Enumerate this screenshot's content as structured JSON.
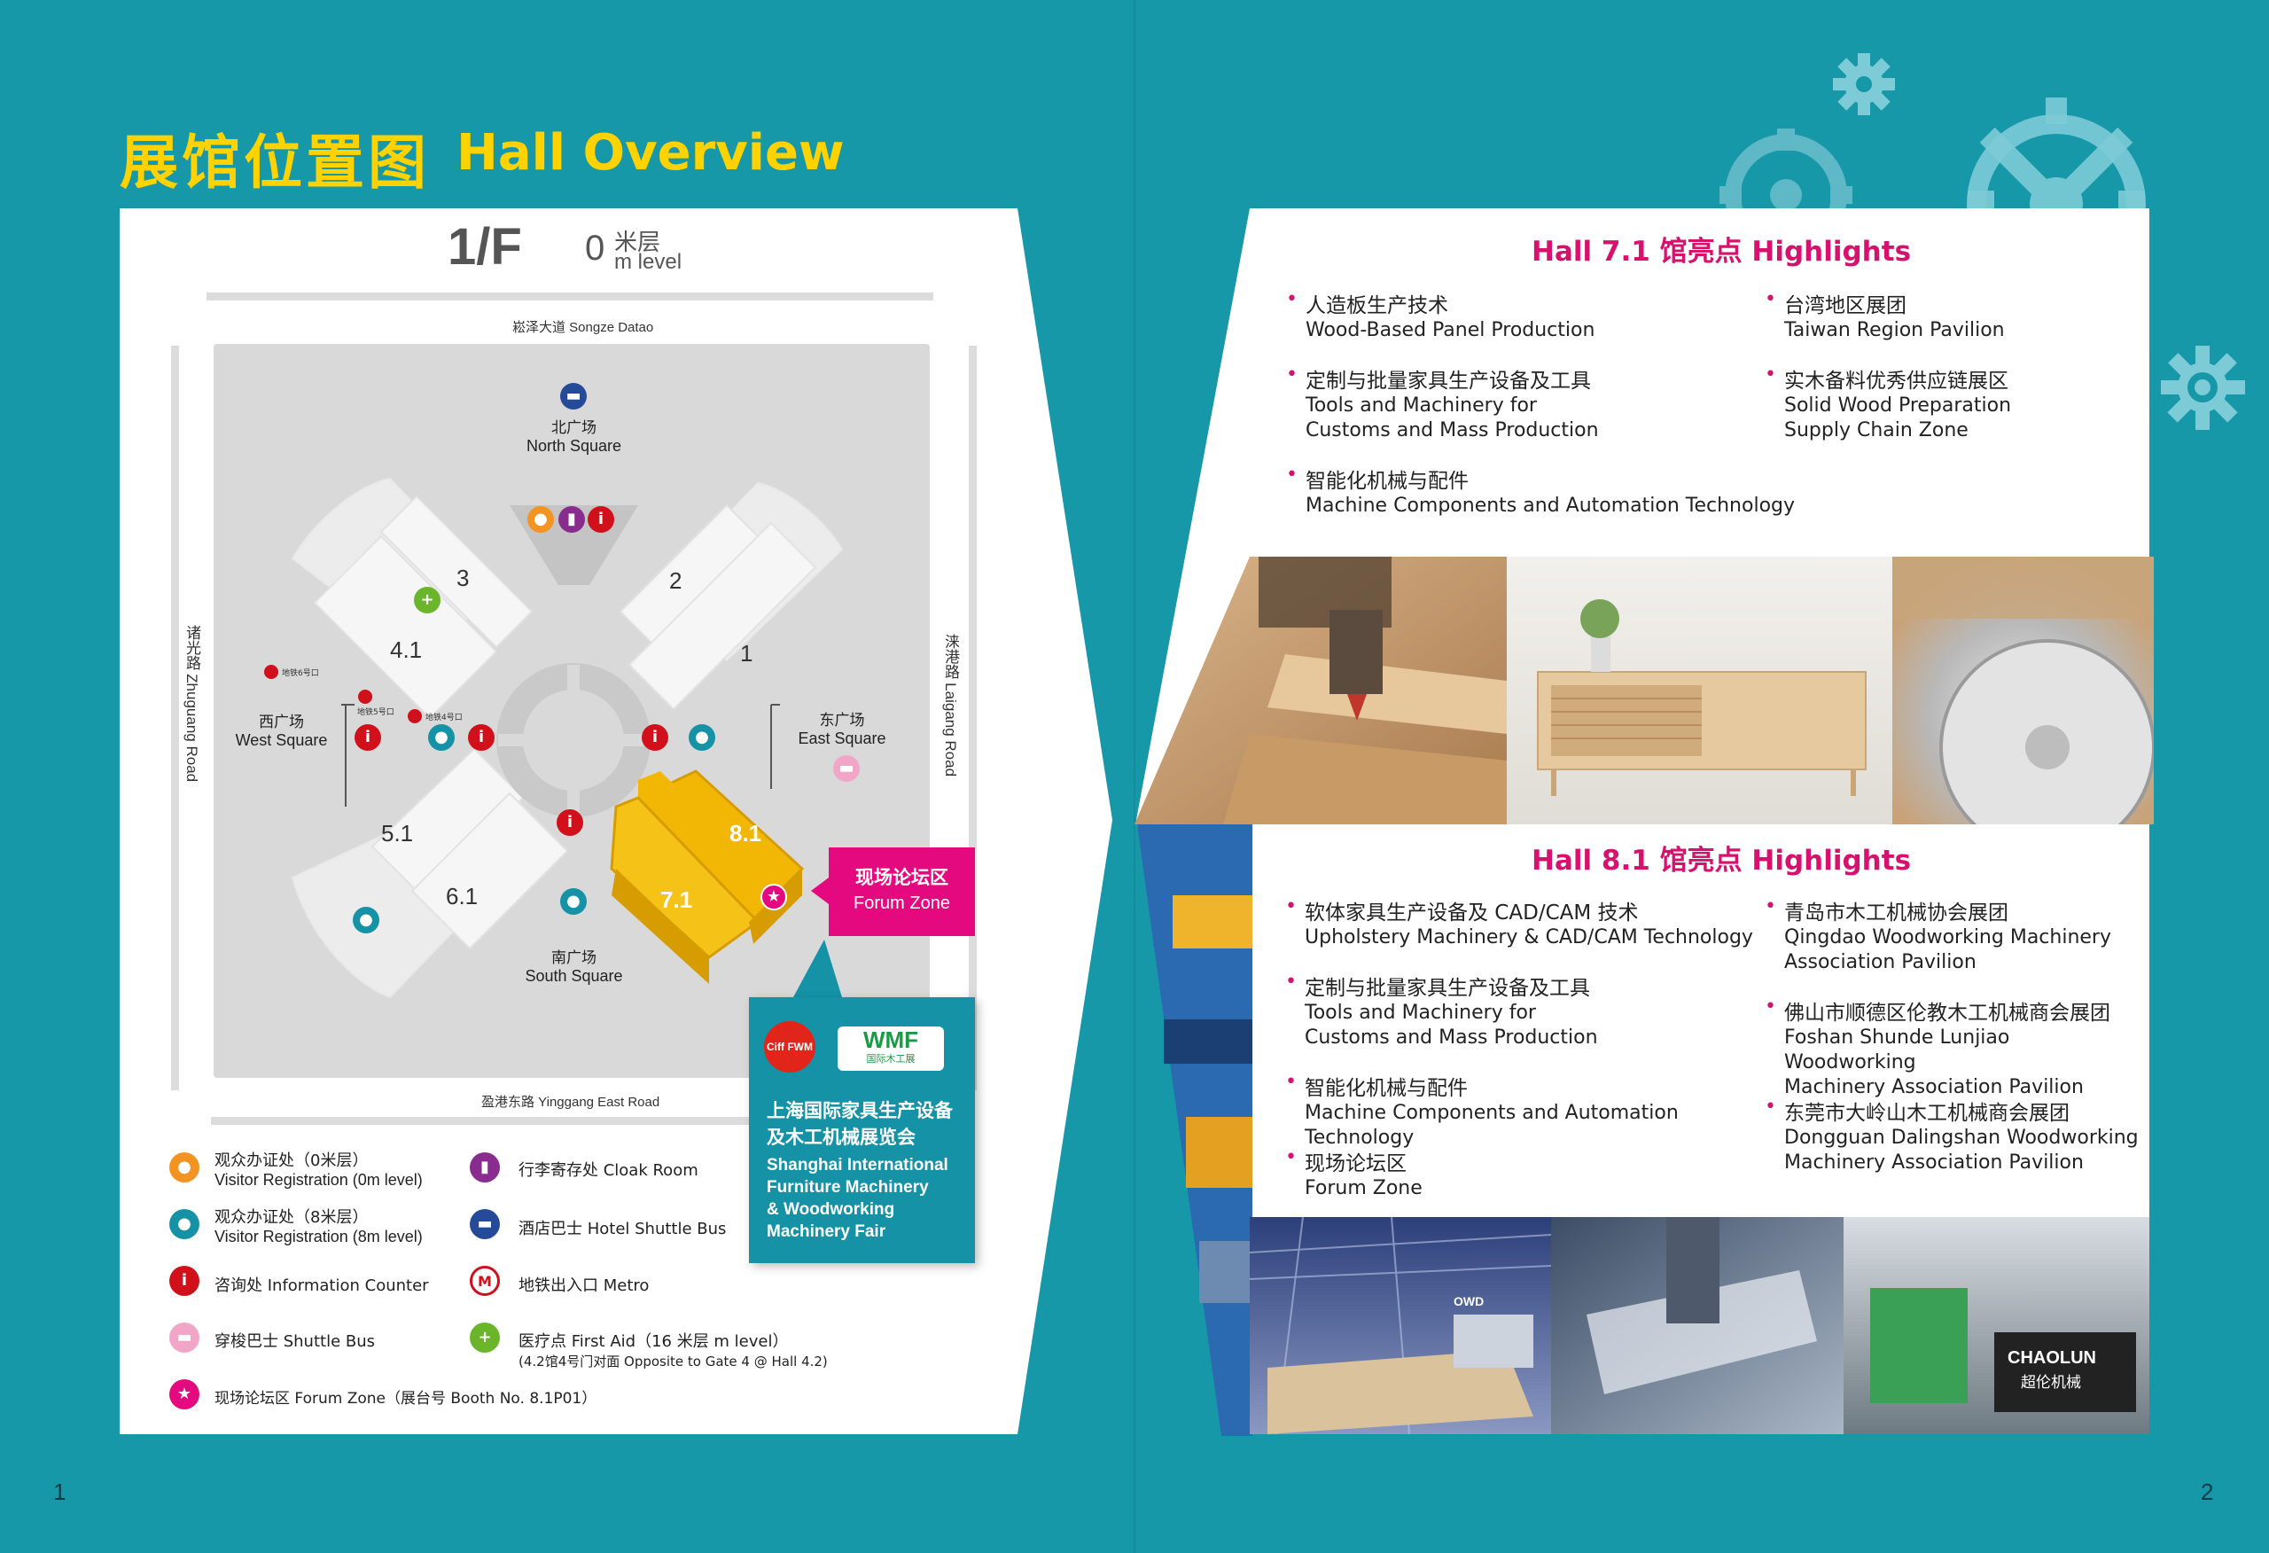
{
  "title": {
    "cn": "展馆位置图",
    "en": "Hall Overview"
  },
  "pages": {
    "left": "1",
    "right": "2"
  },
  "floor": {
    "name": "1/F",
    "level_num": "0",
    "level_cn": "米层",
    "level_en": "m level"
  },
  "roads": {
    "north": "崧泽大道 Songze Datao",
    "south": "盈港东路 Yinggang East Road",
    "west_cn": "诸光路",
    "west_en": "Zhuguang Road",
    "east_cn": "涞港路",
    "east_en": "Laigang Road"
  },
  "squares": {
    "north": {
      "cn": "北广场",
      "en": "North Square"
    },
    "south": {
      "cn": "南广场",
      "en": "South Square"
    },
    "west": {
      "cn": "西广场",
      "en": "West Square"
    },
    "east": {
      "cn": "东广场",
      "en": "East Square"
    }
  },
  "metro_labels": [
    "地铁6号口",
    "地铁5号口",
    "地铁4号口"
  ],
  "halls": {
    "h3": "3",
    "h2": "2",
    "h41": "4.1",
    "h1": "1",
    "h51": "5.1",
    "h61": "6.1",
    "h81": "8.1",
    "h71": "7.1"
  },
  "forum": {
    "cn": "现场论坛区",
    "en": "Forum Zone"
  },
  "fair": {
    "logo1": "Ciff FWM",
    "logo2": "WMF",
    "logo2_sub": "国际木工展",
    "cn_line1": "上海国际家具生产设备",
    "cn_line2": "及木工机械展览会",
    "en_line1": "Shanghai International",
    "en_line2": "Furniture Machinery",
    "en_line3": "& Woodworking",
    "en_line4": "Machinery Fair"
  },
  "legend": {
    "reg0_cn": "观众办证处（0米层）",
    "reg0_en": "Visitor Registration (0m level)",
    "reg8_cn": "观众办证处（8米层）",
    "reg8_en": "Visitor Registration (8m level)",
    "info": "咨询处 Information Counter",
    "shuttle": "穿梭巴士 Shuttle Bus",
    "forum": "现场论坛区 Forum Zone（展台号 Booth No. 8.1P01）",
    "cloak": "行李寄存处 Cloak Room",
    "hotel": "酒店巴士 Hotel Shuttle Bus",
    "metro": "地铁出入口 Metro",
    "firstaid": "医疗点 First Aid（16 米层 m level）",
    "firstaid_sub": "(4.2馆4号门对面 Opposite to Gate 4 @ Hall 4.2)"
  },
  "hall71": {
    "title": "Hall 7.1 馆亮点 Highlights",
    "left": [
      {
        "cn": "人造板生产技术",
        "en": [
          "Wood-Based Panel Production"
        ]
      },
      {
        "cn": "定制与批量家具生产设备及工具",
        "en": [
          "Tools and Machinery for",
          "Customs and Mass Production"
        ]
      },
      {
        "cn": "智能化机械与配件",
        "en": [
          "Machine Components and Automation Technology"
        ]
      }
    ],
    "right": [
      {
        "cn": "台湾地区展团",
        "en": [
          "Taiwan Region Pavilion"
        ]
      },
      {
        "cn": "实木备料优秀供应链展区",
        "en": [
          "Solid Wood Preparation",
          "Supply Chain Zone"
        ]
      }
    ]
  },
  "hall81": {
    "title": "Hall 8.1 馆亮点 Highlights",
    "left": [
      {
        "cn": "软体家具生产设备及 CAD/CAM 技术",
        "en": [
          "Upholstery Machinery & CAD/CAM Technology"
        ]
      },
      {
        "cn": "定制与批量家具生产设备及工具",
        "en": [
          "Tools and Machinery for",
          "Customs and Mass Production"
        ]
      },
      {
        "cn": "智能化机械与配件",
        "en": [
          "Machine Components and Automation Technology"
        ]
      },
      {
        "cn": "现场论坛区",
        "en": [
          "Forum Zone"
        ]
      }
    ],
    "right": [
      {
        "cn": "青岛市木工机械协会展团",
        "en": [
          "Qingdao Woodworking Machinery",
          "Association Pavilion"
        ]
      },
      {
        "cn": "佛山市顺德区伦教木工机械商会展团",
        "en": [
          "Foshan Shunde Lunjiao Woodworking",
          "Machinery Association Pavilion"
        ]
      },
      {
        "cn": "东莞市大岭山木工机械商会展团",
        "en": [
          "Dongguan Dalingshan Woodworking",
          "Machinery Association Pavilion"
        ]
      }
    ]
  },
  "photo_text": {
    "brand": "CHAOLUN",
    "brand_cn": "超伦机械",
    "machine": "OWD"
  }
}
